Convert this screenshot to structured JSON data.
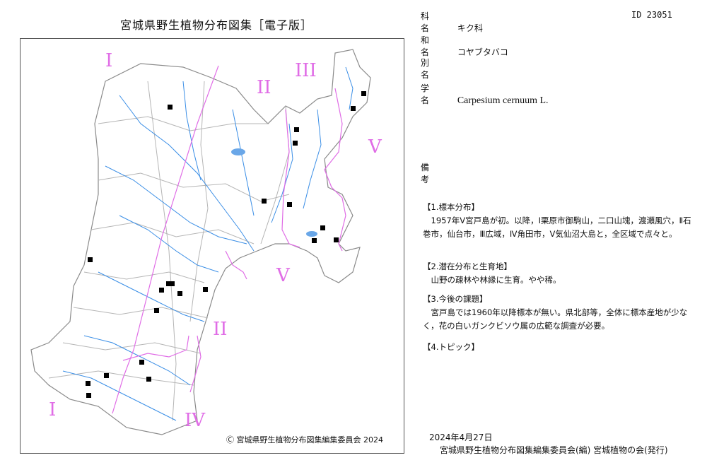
{
  "header": {
    "title": "宮城県野生植物分布図集［電子版］"
  },
  "map": {
    "zones": [
      "I",
      "II",
      "III",
      "V",
      "V",
      "II",
      "I",
      "IV"
    ],
    "copyright": "Ⓒ 宮城県野生植物分布図集編集委員会  2024",
    "colors": {
      "river": "#3a8ee6",
      "boundary": "#a8a8a8",
      "zone_line": "#e06de6",
      "lake": "#6aa7e8",
      "point": "#000000"
    }
  },
  "info": {
    "family_key": "科 名",
    "family_value": "キク科",
    "id": "ID 23051",
    "japanese_key": "和 名",
    "japanese_value": "コヤブタバコ",
    "alias_key": "別 名",
    "alias_value": "",
    "scientific_key": "学 名",
    "scientific_value": "Carpesium cernuum L.",
    "remarks_key": "備 考"
  },
  "sections": {
    "s1_title": "【1.標本分布】",
    "s1_body": "1957年Ⅴ宮戸島が初。以降，Ⅰ栗原市御駒山，二口山塊，渡瀬風穴，Ⅱ石巻市，仙台市，Ⅲ広域，Ⅳ角田市，Ⅴ気仙沼大島と，全区域で点々と。",
    "s2_title": "【2.潜在分布と生育地】",
    "s2_body": "山野の疎林や林縁に生育。やや稀。",
    "s3_title": "【3.今後の課題】",
    "s3_body": "宮戸島では1960年以降標本が無い。県北部等，全体に標本産地が少なく，花の白いガンクビソウ属の広範な調査が必要。",
    "s4_title": "【4.トピック】"
  },
  "footer": {
    "date": "2024年4月27日",
    "publisher": "宮城県野生植物分布図集編集委員会(編)  宮城植物の会(発行)"
  }
}
